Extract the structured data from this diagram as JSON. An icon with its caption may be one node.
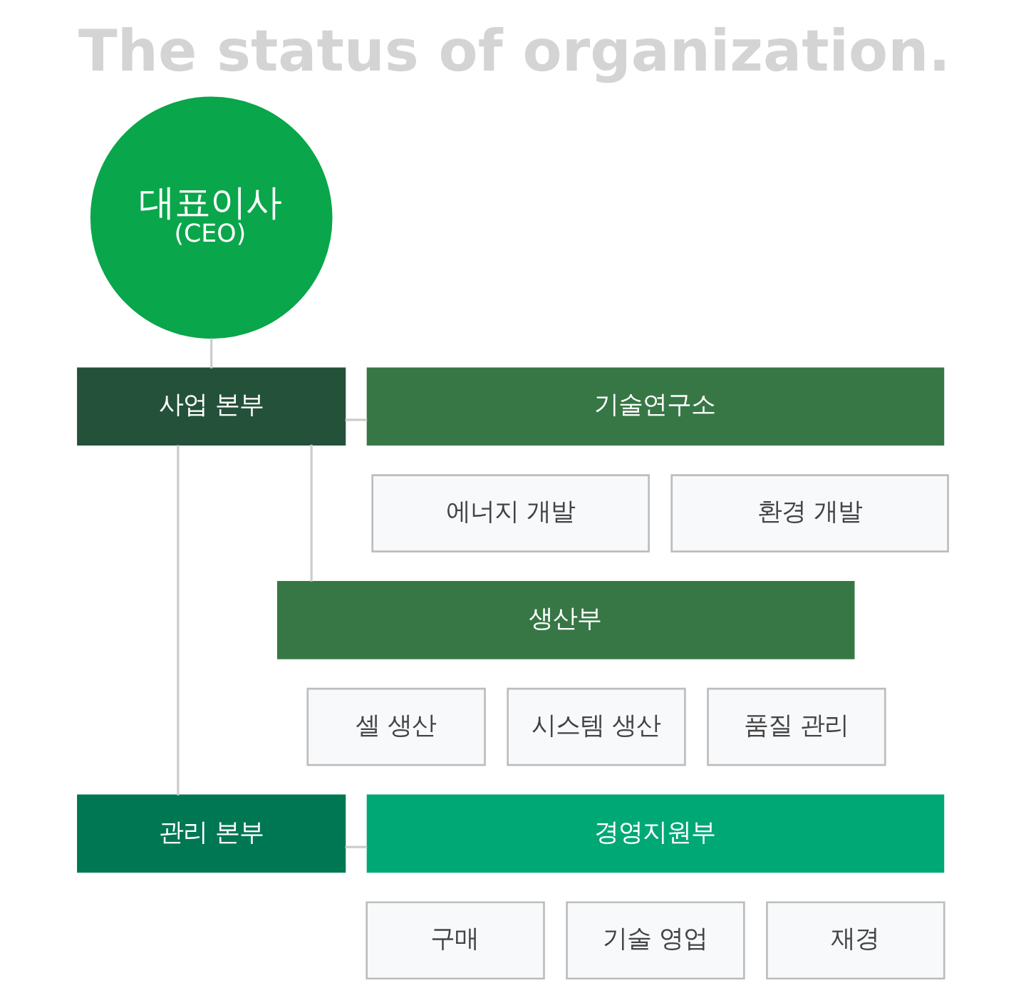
{
  "diagram": {
    "title": "The status of organization.",
    "nodes": [
      {
        "text": [
          "대표이사",
          "(CEO)"
        ]
      },
      {
        "text": [
          "사업 본부"
        ]
      },
      {
        "text": [
          "기술연구소"
        ]
      },
      {
        "text": [
          "에너지 개발"
        ]
      },
      {
        "text": [
          "환경 개발"
        ]
      },
      {
        "text": [
          "생산부"
        ]
      },
      {
        "text": [
          "셀 생산"
        ]
      },
      {
        "text": [
          "시스템 생산"
        ]
      },
      {
        "text": [
          "품질 관리"
        ]
      },
      {
        "text": [
          "관리 본부"
        ]
      },
      {
        "text": [
          "경영지원부"
        ]
      },
      {
        "text": [
          "구매"
        ]
      },
      {
        "text": [
          "기술 영업"
        ]
      },
      {
        "text": [
          "재경"
        ]
      }
    ],
    "edges": [
      {
        "from": 0,
        "to": 1,
        "arrow": "none"
      },
      {
        "from": 1,
        "to": 9,
        "arrow": "none"
      },
      {
        "from": 1,
        "to": 2,
        "arrow": "none"
      },
      {
        "from": 1,
        "to": 5,
        "arrow": "none"
      },
      {
        "from": 9,
        "to": 10,
        "arrow": "none"
      }
    ]
  }
}
